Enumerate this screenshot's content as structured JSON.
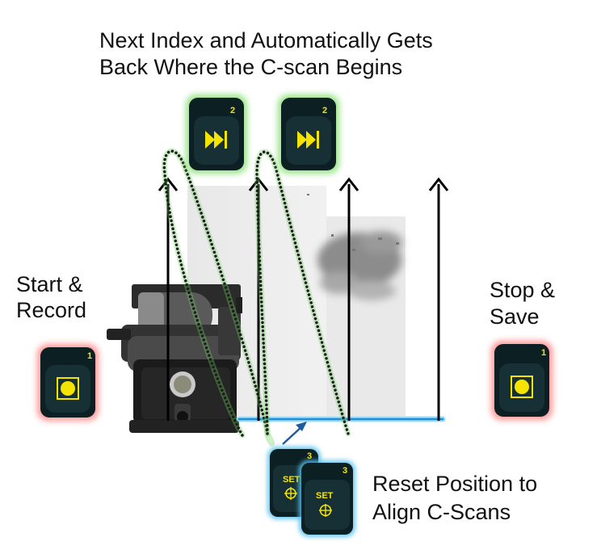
{
  "title": {
    "line1": "Next Index and Automatically Gets",
    "line2": "Back Where the C-scan Begins"
  },
  "start": {
    "line1": "Start &",
    "line2": "Record",
    "key_number": "1"
  },
  "stop": {
    "line1": "Stop &",
    "line2": "Save",
    "key_number": "1"
  },
  "reset": {
    "line1": "Reset Position to",
    "line2": "Align C-Scans",
    "key_number": "3",
    "key_label": "SET"
  },
  "next_index_keys": [
    {
      "key_number": "2"
    },
    {
      "key_number": "2"
    }
  ],
  "colors": {
    "key_body": "#0c1f22",
    "key_face": "#163036",
    "glyph": "#f5e400",
    "glow_start_stop": "#ff8a8a",
    "glow_next": "#8ee07a",
    "glow_reset": "#5cc4f0",
    "scan_path": "#6fd15f",
    "baseline": "#1e8ed8",
    "arrows": "#000000"
  },
  "icons": {
    "start_stop": "record-square-icon",
    "next_index": "fast-forward-icon",
    "reset": "crosshair-target-icon"
  }
}
